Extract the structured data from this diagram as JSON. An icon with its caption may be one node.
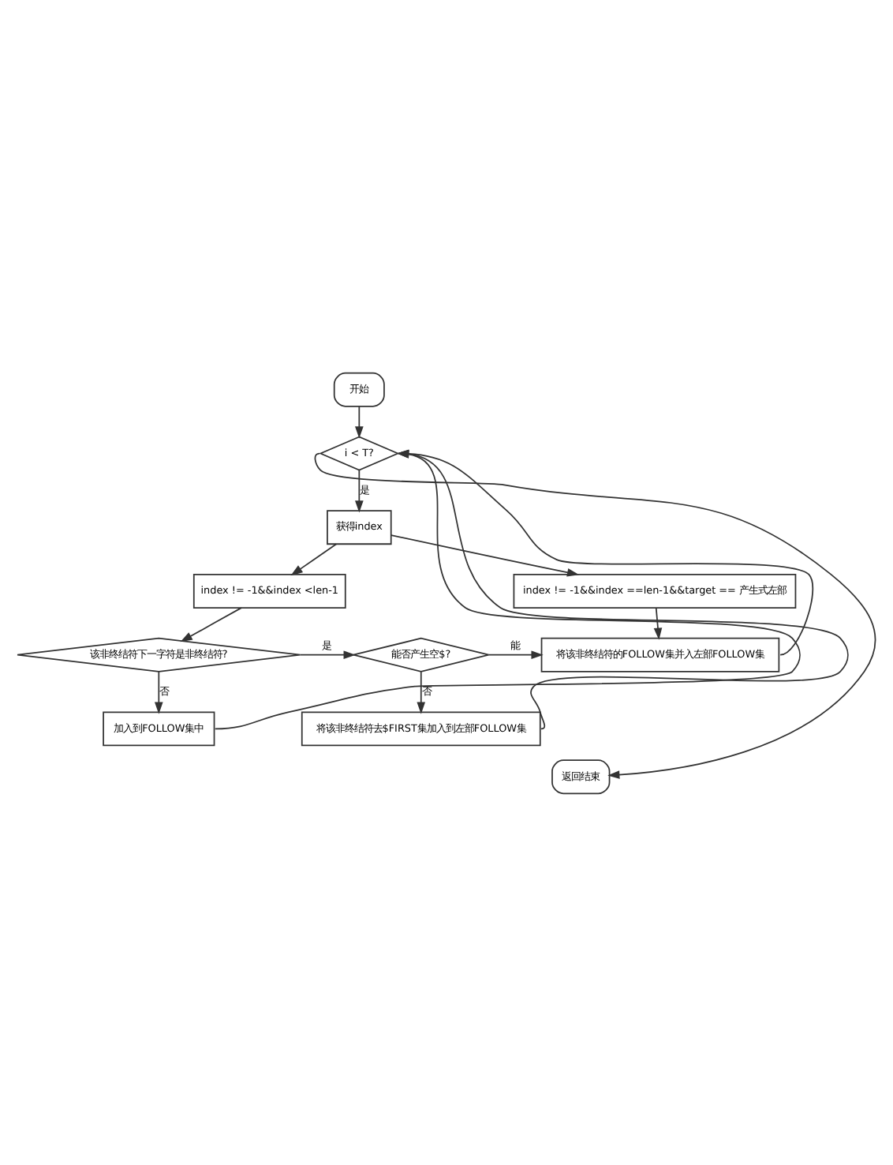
{
  "diagram": {
    "nodes": [
      {
        "text": [
          "开始"
        ]
      },
      {
        "text": [
          "i < T?"
        ]
      },
      {
        "text": [
          "获得index"
        ]
      },
      {
        "text": [
          "index != -1&&index <len-1"
        ]
      },
      {
        "text": [
          "index != -1&&index ==len-1&&target == 产生式左部"
        ]
      },
      {
        "text": [
          "该非终结符下一字符是非终结符?"
        ]
      },
      {
        "text": [
          "能否产生空$?"
        ]
      },
      {
        "text": [
          "将该非终结符的FOLLOW集并入左部FOLLOW集"
        ]
      },
      {
        "text": [
          "加入到FOLLOW集中"
        ]
      },
      {
        "text": [
          "将该非终结符去$FIRST集加入到左部FOLLOW集"
        ]
      },
      {
        "text": [
          "返回结束"
        ]
      }
    ],
    "edges": [
      {
        "from": 0,
        "to": 1,
        "arrow": "to"
      },
      {
        "from": 1,
        "to": 2,
        "arrow": "to",
        "label": "是"
      },
      {
        "from": 2,
        "to": 3,
        "arrow": "to"
      },
      {
        "from": 2,
        "to": 4,
        "arrow": "to"
      },
      {
        "from": 3,
        "to": 5,
        "arrow": "to"
      },
      {
        "from": 5,
        "to": 6,
        "arrow": "to",
        "label": "是"
      },
      {
        "from": 6,
        "to": 7,
        "arrow": "to",
        "label": "能"
      },
      {
        "from": 4,
        "to": 7,
        "arrow": "to"
      },
      {
        "from": 5,
        "to": 8,
        "arrow": "to",
        "label": "否"
      },
      {
        "from": 6,
        "to": 9,
        "arrow": "to",
        "label": "否"
      },
      {
        "from": 7,
        "to": 1,
        "arrow": "to"
      },
      {
        "from": 8,
        "to": 1,
        "arrow": "to"
      },
      {
        "from": 9,
        "to": 1,
        "arrow": "to"
      },
      {
        "from": 1,
        "to": 10,
        "arrow": "to"
      }
    ]
  }
}
